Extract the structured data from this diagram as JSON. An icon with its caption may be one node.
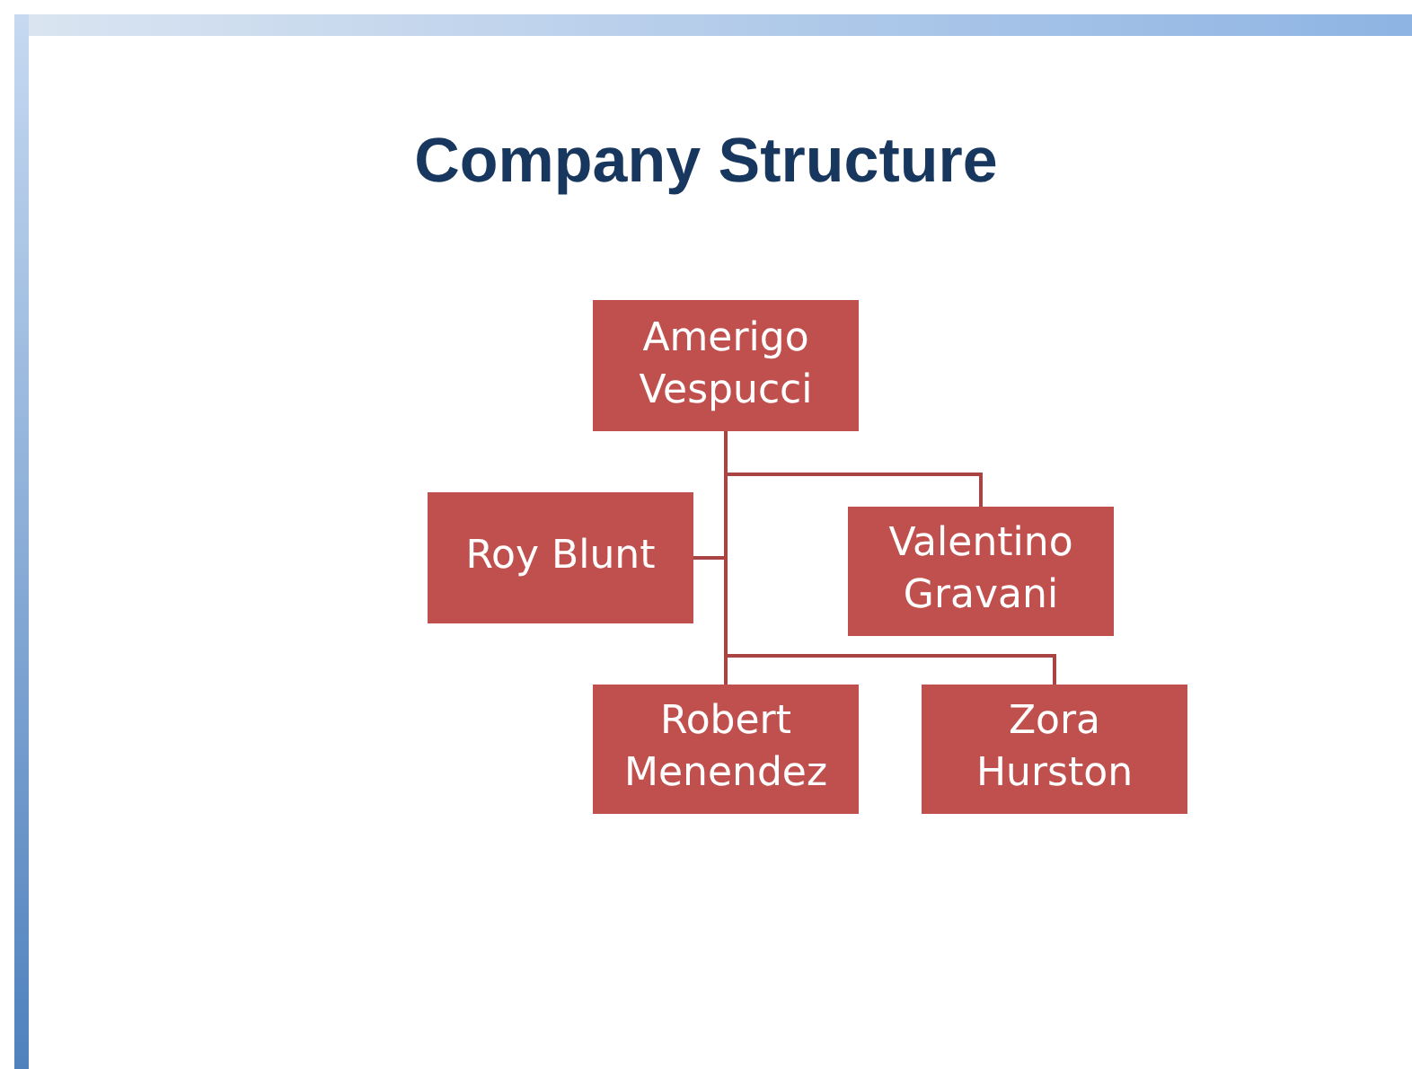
{
  "diagram": {
    "title": "Company Structure",
    "nodes": [
      {
        "text": [
          "Amerigo Vespucci"
        ]
      },
      {
        "text": [
          "Roy Blunt"
        ]
      },
      {
        "text": [
          "Valentino Gravani"
        ]
      },
      {
        "text": [
          "Robert Menendez"
        ]
      },
      {
        "text": [
          "Zora Hurston"
        ]
      }
    ],
    "edges": [
      {
        "from": 0,
        "to": 1,
        "arrow": "none"
      },
      {
        "from": 0,
        "to": 2,
        "arrow": "none"
      },
      {
        "from": 0,
        "to": 3,
        "arrow": "none"
      },
      {
        "from": 0,
        "to": 4,
        "arrow": "none"
      }
    ]
  }
}
